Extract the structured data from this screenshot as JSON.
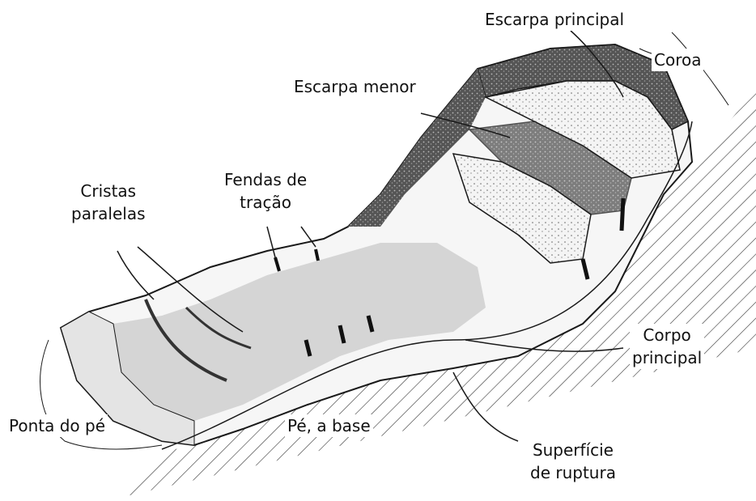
{
  "labels": {
    "escarpa_principal": "Escarpa principal",
    "coroa": "Coroa",
    "escarpa_menor": "Escarpa menor",
    "cristas_line1": "Cristas",
    "cristas_line2": "paralelas",
    "fendas_line1": "Fendas de",
    "fendas_line2": "tração",
    "corpo_line1": "Corpo",
    "corpo_line2": "principal",
    "ponta_do_pe": "Ponta do pé",
    "pe_a_base": "Pé, a base",
    "superficie_line1": "Superfície",
    "superficie_line2": "de ruptura"
  },
  "colors": {
    "ink": "#1a1a1a",
    "scarp_dark": "#3a3a3a",
    "debris_gray": "#c8c8c8",
    "body_light": "#efefef",
    "background": "#ffffff"
  }
}
